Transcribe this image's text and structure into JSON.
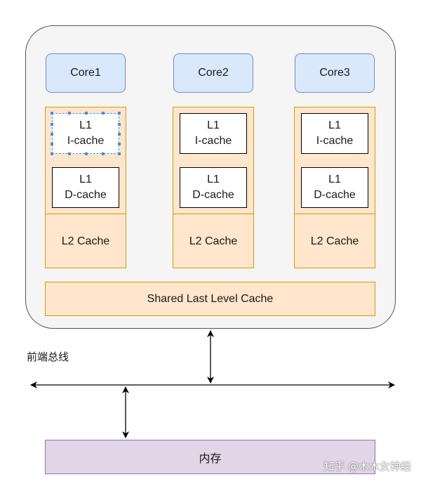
{
  "cores": [
    {
      "label": "Core1",
      "l1i_top": "L1",
      "l1i_bottom": "I-cache",
      "l1d_top": "L1",
      "l1d_bottom": "D-cache",
      "l2": "L2 Cache"
    },
    {
      "label": "Core2",
      "l1i_top": "L1",
      "l1i_bottom": "I-cache",
      "l1d_top": "L1",
      "l1d_bottom": "D-cache",
      "l2": "L2 Cache"
    },
    {
      "label": "Core3",
      "l1i_top": "L1",
      "l1i_bottom": "I-cache",
      "l1d_top": "L1",
      "l1d_bottom": "D-cache",
      "l2": "L2 Cache"
    }
  ],
  "shared_cache": "Shared Last Level Cache",
  "bus_label": "前端总线",
  "memory_label": "内存",
  "watermark": "知乎 @木木女神经",
  "colors": {
    "core_fill": "#dae8fc",
    "core_border": "#6c8ebf",
    "cache_fill": "#ffe6cc",
    "cache_border": "#d79b00",
    "memory_fill": "#e1d5e7",
    "memory_border": "#9673a6",
    "chip_fill": "#f5f5f5",
    "selection": "#4a90d9"
  }
}
